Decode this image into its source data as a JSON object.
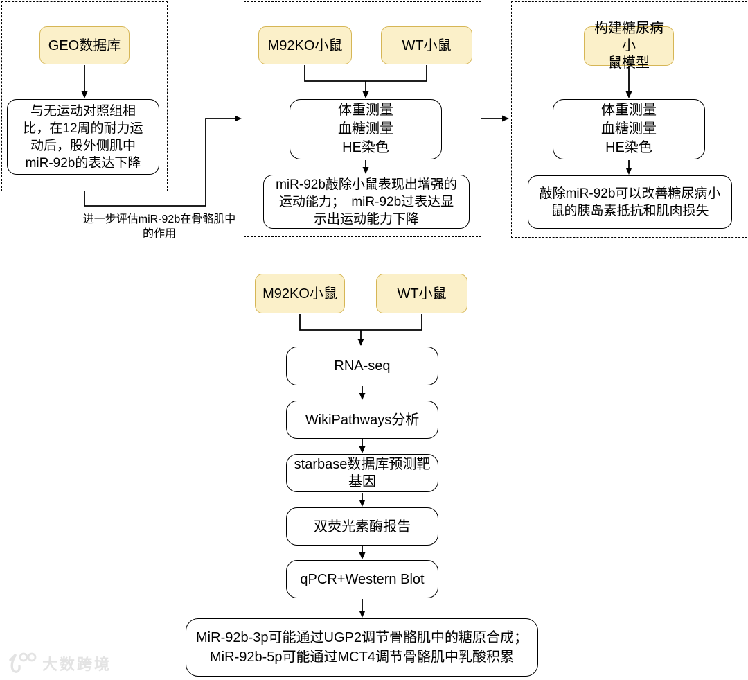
{
  "colors": {
    "accent_fill": "#FBF0C9",
    "accent_border": "#D6B656",
    "line_color": "#000000",
    "watermark_color": "#E3E3E3"
  },
  "top_left_panel": {
    "source": "GEO数据库",
    "finding": "与无运动对照组相\n比，在12周的耐力运\n动后，股外侧肌中\nmiR-92b的表达下降"
  },
  "top_middle_panel": {
    "group_a": "M92KO小鼠",
    "group_b": "WT小鼠",
    "assays": "体重测量\n血糖测量\nHE染色",
    "finding": "miR-92b敲除小鼠表现出增强的\n运动能力；　miR-92b过表达显\n示出运动能力下降"
  },
  "top_right_panel": {
    "model": "构建糖尿病小\n鼠模型",
    "assays": "体重测量\n血糖测量\nHE染色",
    "finding": "敲除miR-92b可以改善糖尿病小\n鼠的胰岛素抵抗和肌肉损失"
  },
  "caption": "进一步评估miR-92b在骨骼肌中\n的作用",
  "bottom_flow": {
    "group_a": "M92KO小鼠",
    "group_b": "WT小鼠",
    "steps": [
      "RNA-seq",
      "WikiPathways分析",
      "starbase数据库预测靶\n基因",
      "双荧光素酶报告",
      "qPCR+Western Blot"
    ],
    "conclusion": "MiR-92b-3p可能通过UGP2调节骨骼肌中的糖原合成；\nMiR-92b-5p可能通过MCT4调节骨骼肌中乳酸积累"
  },
  "watermark": {
    "logo_icon": "swirl-100-logo",
    "text": "大数跨境"
  }
}
